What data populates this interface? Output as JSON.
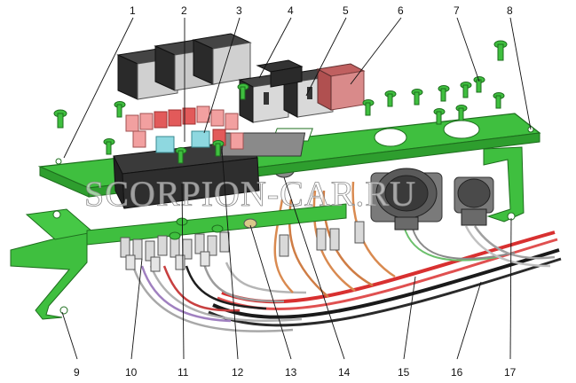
{
  "callouts": [
    {
      "label": "1"
    },
    {
      "label": "2"
    },
    {
      "label": "3"
    },
    {
      "label": "4"
    },
    {
      "label": "5"
    },
    {
      "label": "6"
    },
    {
      "label": "7"
    },
    {
      "label": "8"
    },
    {
      "label": "9"
    },
    {
      "label": "10"
    },
    {
      "label": "11"
    },
    {
      "label": "12"
    },
    {
      "label": "13"
    },
    {
      "label": "14"
    },
    {
      "label": "15"
    },
    {
      "label": "16"
    },
    {
      "label": "17"
    }
  ],
  "watermark": "SCORPION-CAR.RU",
  "colors": {
    "plate_green": "#3fbf3f",
    "relay_black": "#2a2a2a",
    "relay_grey": "#c9c9c9",
    "relay_red": "#d98a8a",
    "fuse_pink": "#f2a0a0",
    "fuse_red": "#e25a5a",
    "fuse_cyan": "#8ed8e0",
    "wire_orange": "#d98a50",
    "wire_red": "#d83030",
    "wire_black": "#1a1a1a",
    "wire_grey": "#a8a8a8"
  }
}
